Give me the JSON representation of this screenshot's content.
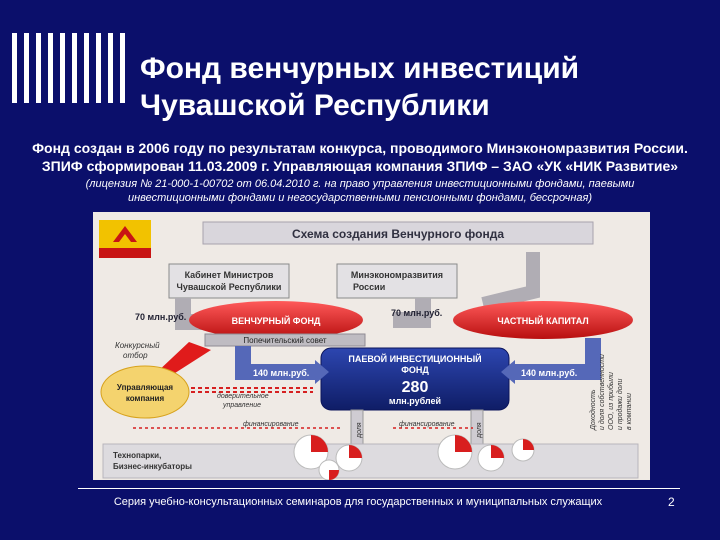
{
  "slide": {
    "title_line1": "Фонд венчурных инвестиций",
    "title_line2": "Чувашской Республики",
    "intro_line1": "Фонд создан в 2006 году по результатам конкурса, проводимого Минэкономразвития России.",
    "intro_line2": "ЗПИФ сформирован 11.03.2009 г. Управляющая компания ЗПИФ – ЗАО «УК «НИК Развитие»",
    "license_line1": "(лицензия № 21-000-1-00702 от 06.04.2010 г. на право управления инвестиционными фондами, паевыми",
    "license_line2": "инвестиционными фондами и негосударственными пенсионными фондами, бессрочная)",
    "footer": "Серия учебно-консультационных семинаров для государственных и муниципальных служащих",
    "page_number": "2"
  },
  "scheme": {
    "heading": "Схема создания Венчурного фонда",
    "cabinet_line1": "Кабинет Министров",
    "cabinet_line2": "Чувашской Республики",
    "ministry_line1": "Минэкономразвития",
    "ministry_line2": "России",
    "venture_fund": "ВЕНЧУРНЫЙ ФОНД",
    "private_capital": "ЧАСТНЫЙ КАПИТАЛ",
    "board": "Попечительский совет",
    "pif_line1": "ПАЕВОЙ ИНВЕСТИЦИОННЫЙ",
    "pif_line2": "ФОНД",
    "pif_amount": "280",
    "pif_unit": "млн.рублей",
    "amount_left_top": "70 млн.руб.",
    "amount_mid_top": "70 млн.руб.",
    "amount_left": "140 млн.руб.",
    "amount_right": "140 млн.руб.",
    "competitive_selection_line1": "Конкурсный",
    "competitive_selection_line2": "отбор",
    "management_company_line1": "Управляющая",
    "management_company_line2": "компания",
    "trust_management_line1": "доверительное",
    "trust_management_line2": "управление",
    "financing_left": "финансирование",
    "financing_right": "финансирование",
    "share_left": "доля",
    "share_right": "доля",
    "technoparks_line1": "Технопарки,",
    "technoparks_line2": "Бизнес-инкубаторы",
    "side_note_line1": "Доходность",
    "side_note_line2": "и доля собственности",
    "side_note_line3": "ООО, из прибыли",
    "side_note_line4": "и продажи доли",
    "side_note_line5": "в компании",
    "colors": {
      "background": "#0b0f6b",
      "red_accent": "#d81e1e",
      "pif_blue": "#1a2f8a",
      "flag_yellow": "#f2c200"
    }
  }
}
